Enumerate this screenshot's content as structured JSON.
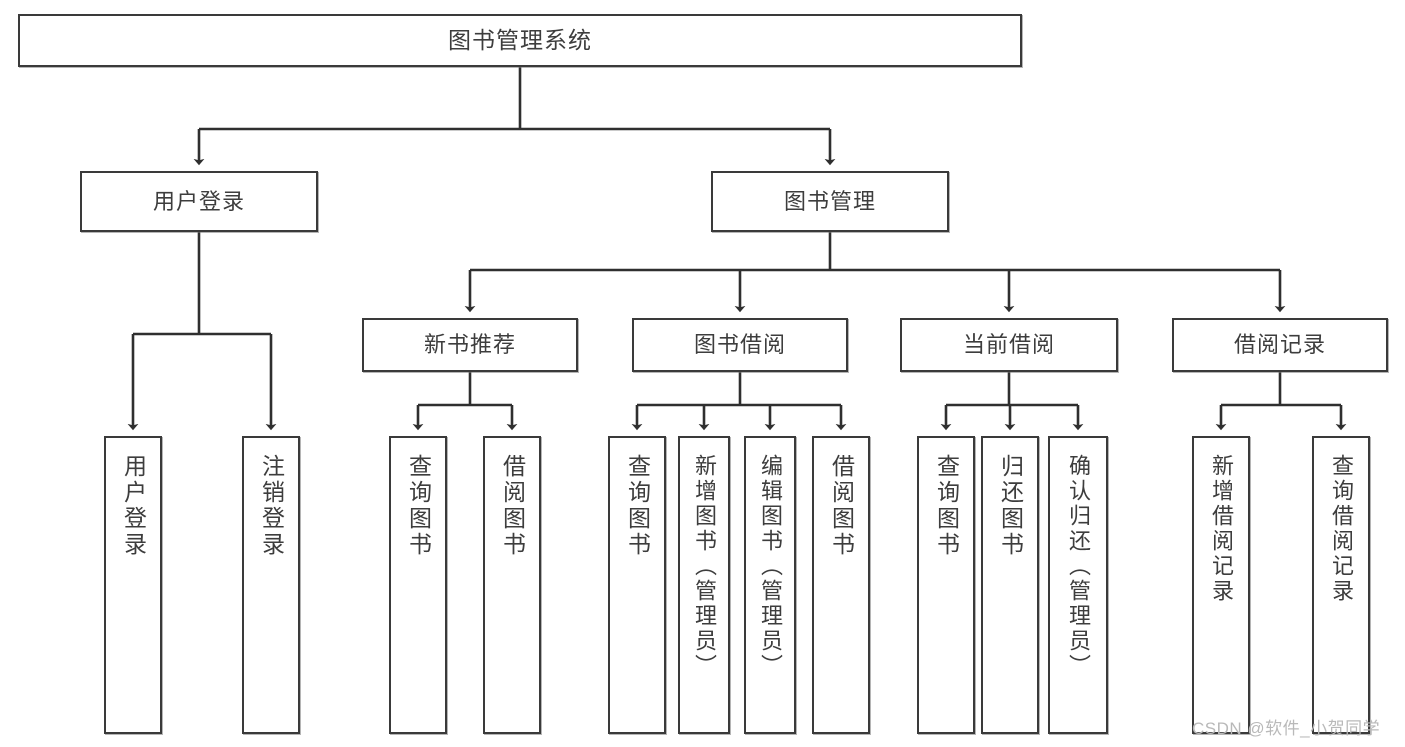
{
  "diagram": {
    "title": "图书管理系统",
    "type": "tree",
    "stroke_color": "#3a3a3a",
    "fill_color": "#ffffff",
    "text_color": "#3d3d3d",
    "root": {
      "id": "root",
      "label": "图书管理系统"
    },
    "level2": [
      {
        "id": "user-login",
        "label": "用户登录"
      },
      {
        "id": "book-manage",
        "label": "图书管理"
      }
    ],
    "level3": [
      {
        "id": "new-book-recommend",
        "label": "新书推荐"
      },
      {
        "id": "book-borrow",
        "label": "图书借阅"
      },
      {
        "id": "current-borrow",
        "label": "当前借阅"
      },
      {
        "id": "borrow-record",
        "label": "借阅记录"
      }
    ],
    "leaves": {
      "user_login": [
        {
          "id": "leaf-user-login",
          "label": "用户登录"
        },
        {
          "id": "leaf-logout-login",
          "label": "注销登录"
        }
      ],
      "new_book_recommend": [
        {
          "id": "leaf-query-book-1",
          "label": "查询图书"
        },
        {
          "id": "leaf-borrow-book-1",
          "label": "借阅图书"
        }
      ],
      "book_borrow": [
        {
          "id": "leaf-query-book-2",
          "label": "查询图书"
        },
        {
          "id": "leaf-add-book",
          "label": "新增图书（管理员）"
        },
        {
          "id": "leaf-edit-book",
          "label": "编辑图书（管理员）"
        },
        {
          "id": "leaf-borrow-book-2",
          "label": "借阅图书"
        }
      ],
      "current_borrow": [
        {
          "id": "leaf-query-book-3",
          "label": "查询图书"
        },
        {
          "id": "leaf-return-book",
          "label": "归还图书"
        },
        {
          "id": "leaf-confirm-return",
          "label": "确认归还（管理员）"
        }
      ],
      "borrow_record": [
        {
          "id": "leaf-add-record",
          "label": "新增借阅记录"
        },
        {
          "id": "leaf-query-record",
          "label": "查询借阅记录"
        }
      ]
    }
  },
  "watermark": {
    "text": "CSDN @软件_小贺同学"
  }
}
